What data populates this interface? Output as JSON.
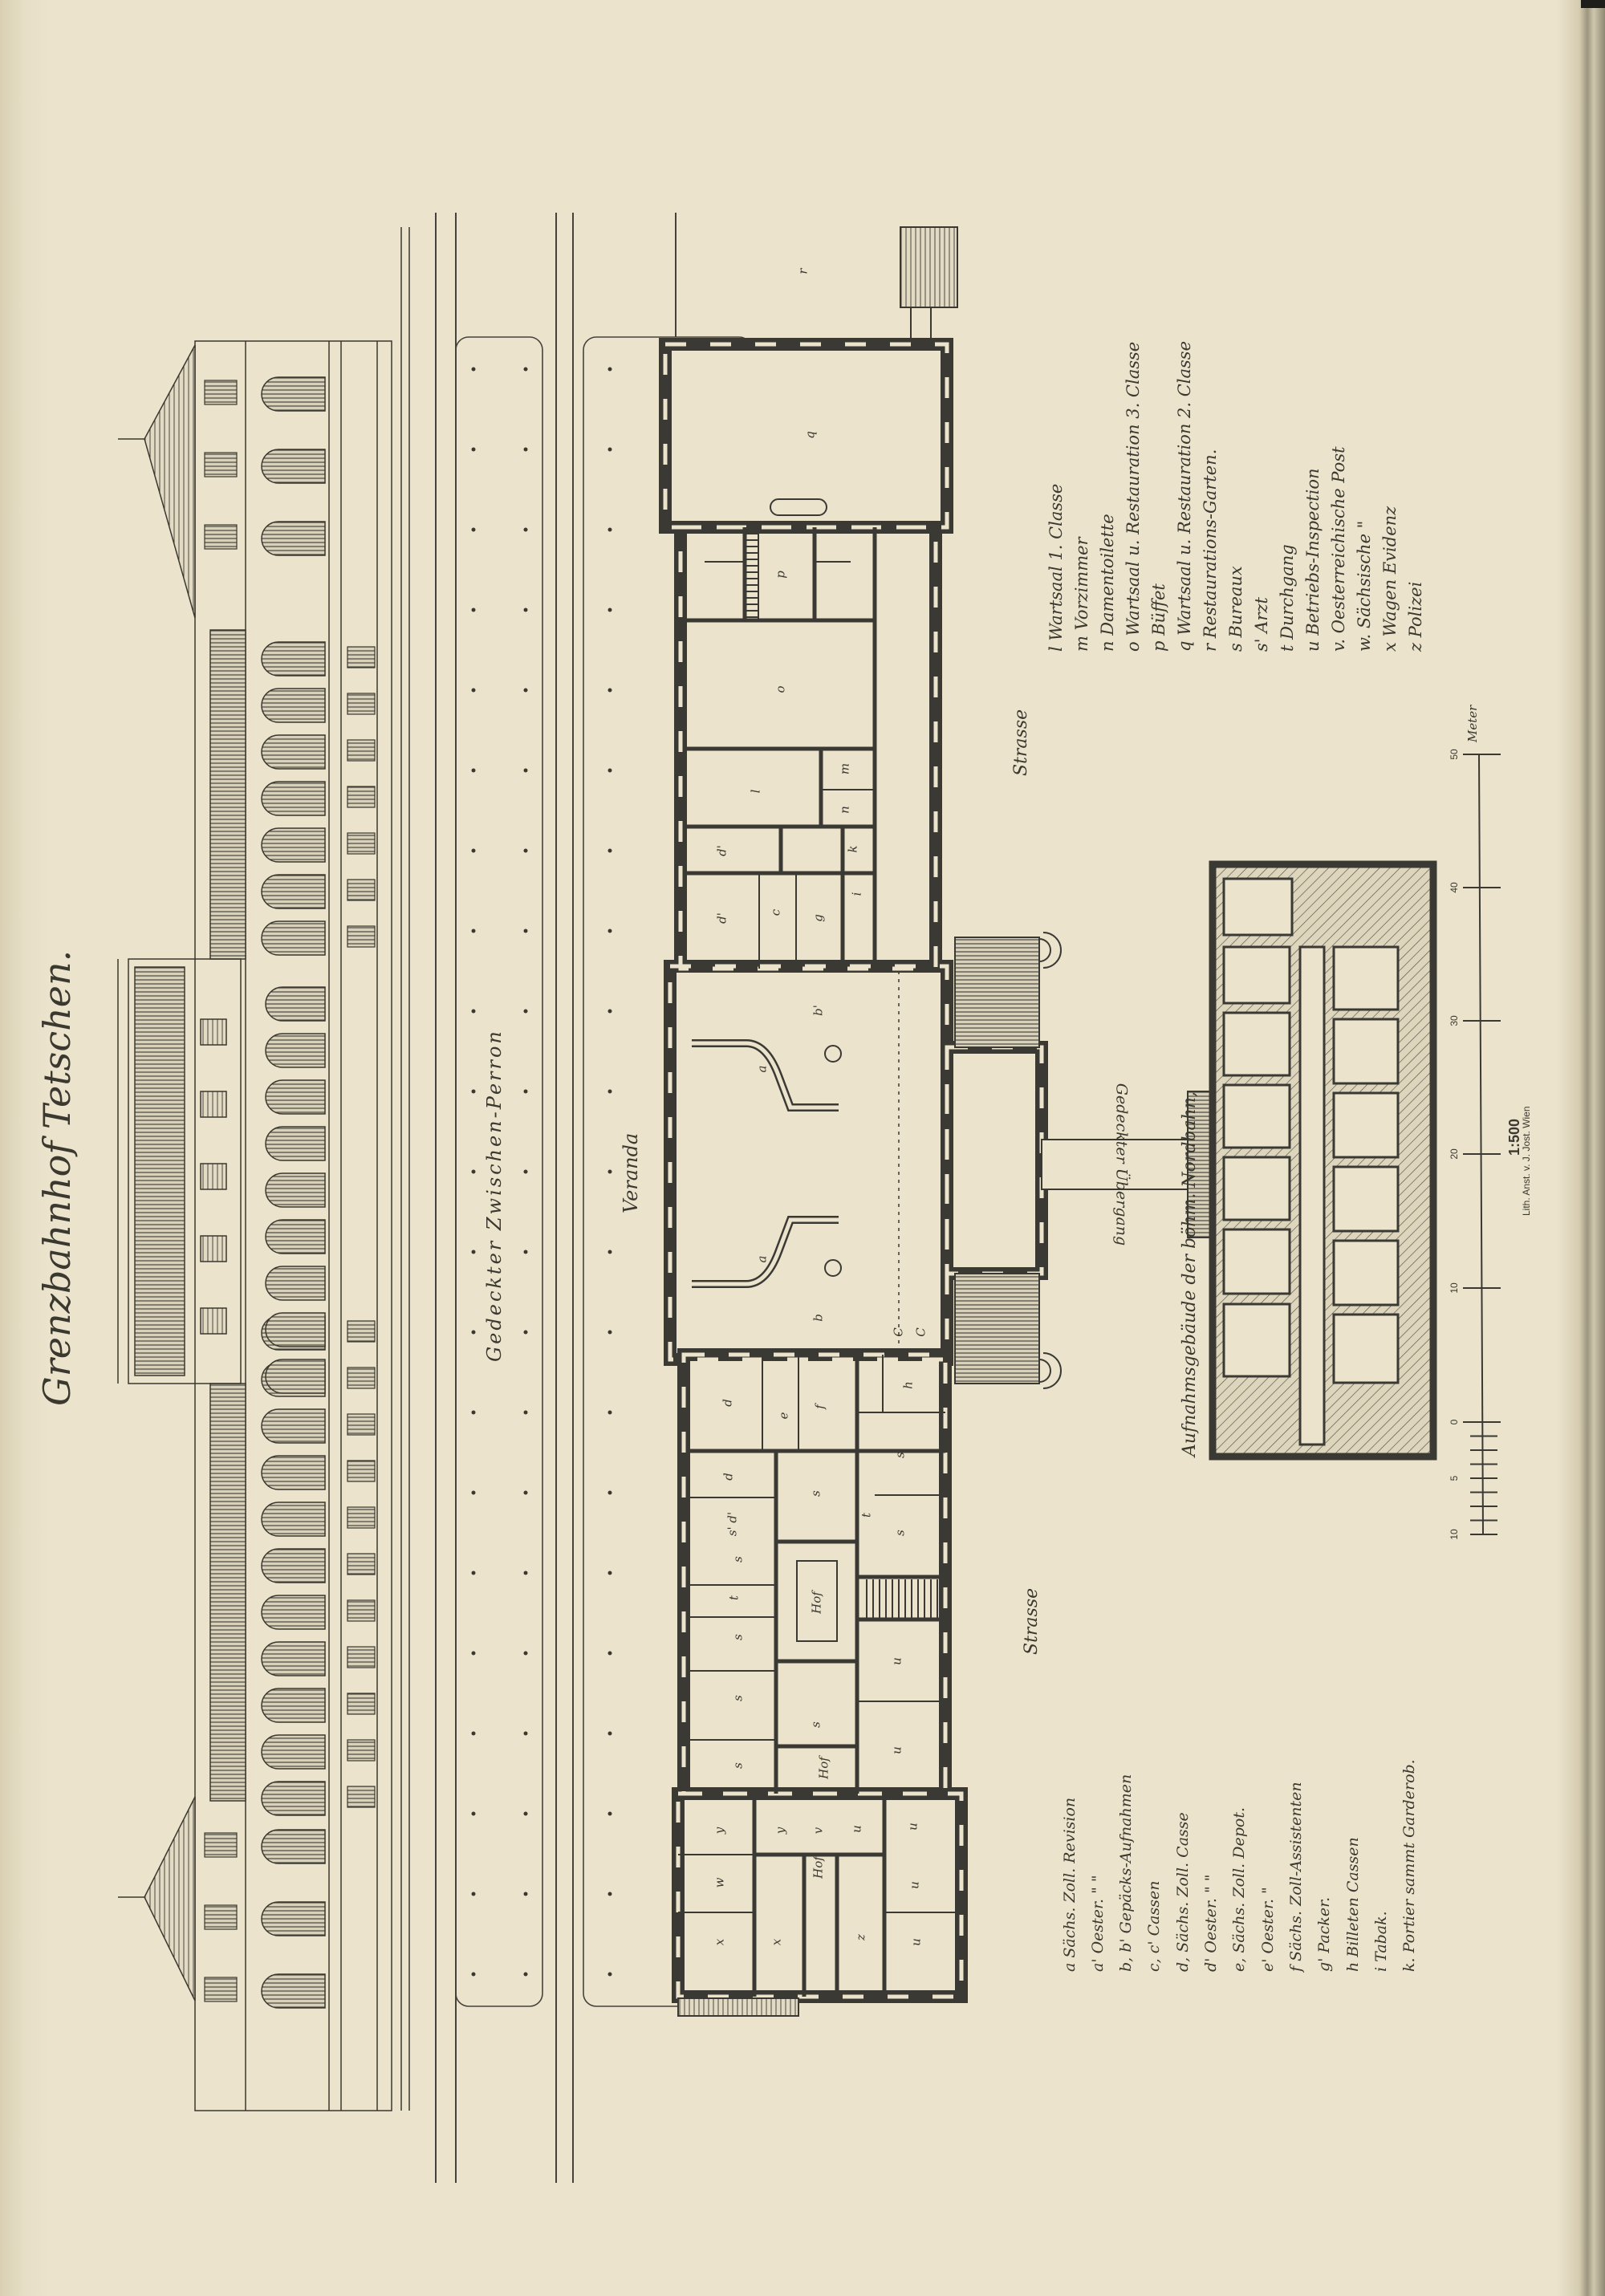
{
  "title": "Grenzbahnhof Tetschen.",
  "labels": {
    "perron": "Gedeckter Zwischen-Perron",
    "veranda": "Veranda",
    "strasse_north": "Strasse",
    "strasse_south": "Strasse",
    "aufnahme": "Aufnahmsgebäude der böhm. Nordbahn,",
    "uebergang": "Gedeckter Übergang",
    "garden": "r"
  },
  "legend_left": [
    "a  Sächs. Zoll. Revision",
    "a'  Oester.   \"    \"",
    "b, b'  Gepäcks-Aufnahmen",
    "c, c'  Cassen",
    "d,  Sächs. Zoll. Casse",
    "d'  Oester.   \"    \"",
    "e,  Sächs. Zoll. Depot.",
    "e'  Oester.   \"",
    "f  Sächs. Zoll-Assistenten",
    "g'  Packer.",
    "h  Billeten Cassen",
    "i  Tabak.",
    "k.  Portier sammt Garderob."
  ],
  "legend_right": [
    "l  Wartsaal 1. Classe",
    "m  Vorzimmer",
    "n  Damentoilette",
    "o  Wartsaal u. Restauration 3. Classe",
    "p  Büffet",
    "q  Wartsaal u. Restauration 2. Classe",
    "r  Restaurations-Garten.",
    "s  Bureaux",
    "s'  Arzt",
    "t  Durchgang",
    "u  Betriebs-Inspection",
    "v.  Oesterreichische Post",
    "w.  Sächsische   \"",
    "x  Wagen Evidenz",
    "z  Polizei"
  ],
  "plan_rooms": [
    "q",
    "p",
    "o",
    "l",
    "m",
    "n",
    "d'",
    "k",
    "d'",
    "c",
    "g",
    "i",
    "b'",
    "a",
    "a",
    "b",
    "C",
    "C",
    "d",
    "e",
    "f",
    "h",
    "s",
    "d",
    "s",
    "s' d'",
    "t",
    "s",
    "s",
    "t",
    "Hof",
    "s",
    "u",
    "s",
    "s",
    "u",
    "s",
    "Hof",
    "y",
    "y",
    "v",
    "u",
    "u",
    "w",
    "x",
    "x",
    "Hof",
    "z",
    "u",
    "u"
  ],
  "scale": {
    "ticks": [
      "10",
      "5",
      "0",
      "10",
      "20",
      "30",
      "40",
      "50"
    ],
    "unit": "Meter",
    "ratio": "1:500",
    "imprint": "Lith. Anst. v. J. Jost. Wien"
  },
  "colors": {
    "paper": "#ebe3cc",
    "ink": "#34332e",
    "wall": "#3a3934"
  }
}
